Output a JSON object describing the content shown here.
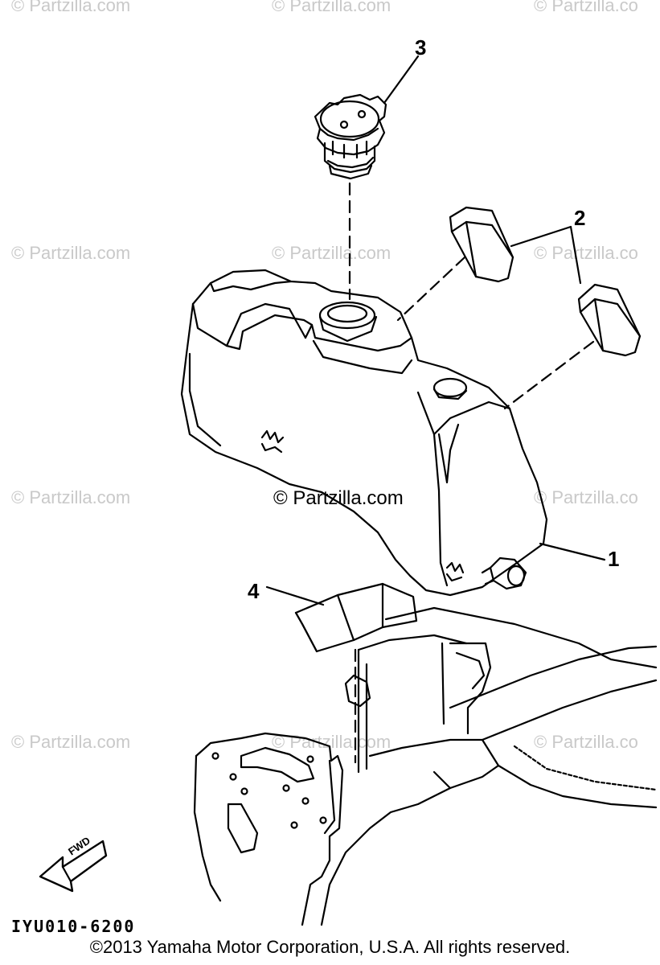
{
  "watermark_text": "© Partzilla.com",
  "watermark_fragment_a": "© Partzilla.co",
  "center_watermark": "© Partzilla.com",
  "callouts": [
    "1",
    "2",
    "3",
    "4"
  ],
  "fwd_label": "FWD",
  "part_code": "IYU010-6200",
  "copyright": "©2013  Yamaha Motor Corporation, U.S.A. All rights reserved."
}
